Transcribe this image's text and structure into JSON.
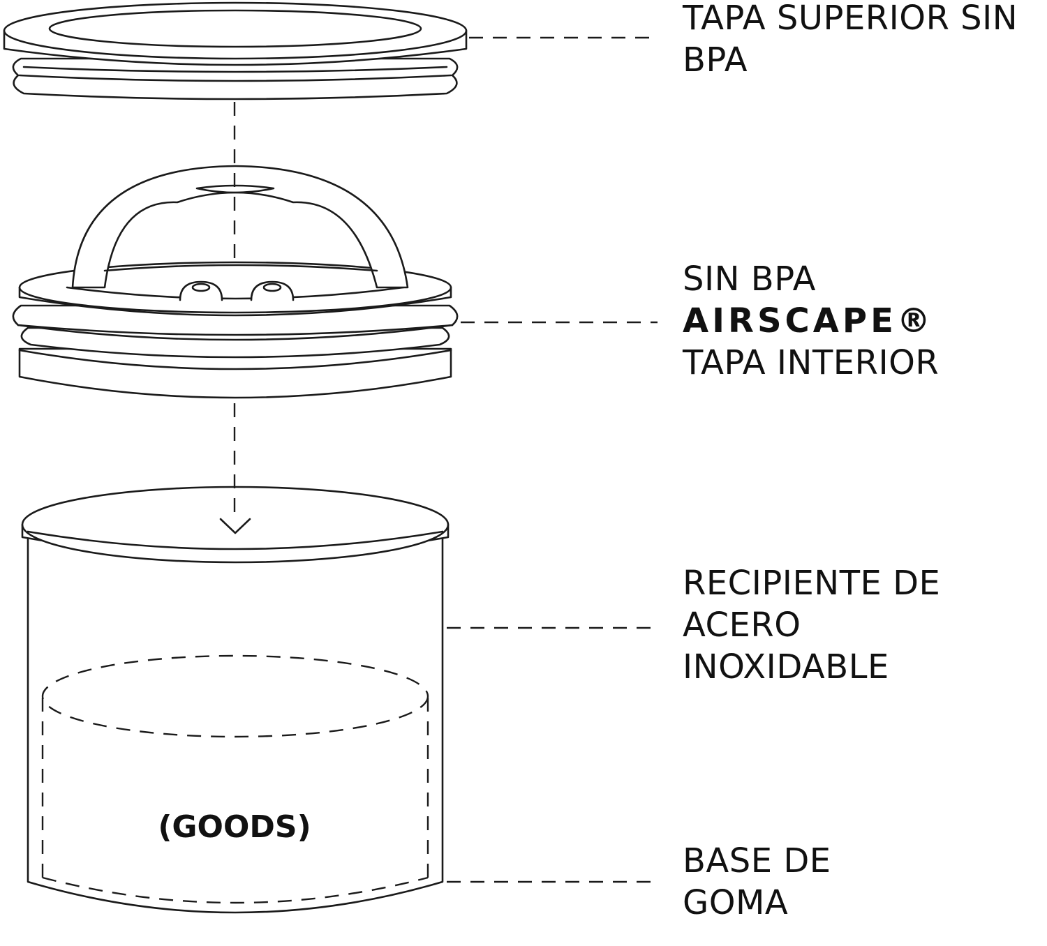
{
  "callouts": {
    "top_lid": {
      "lines": [
        "TAPA SUPERIOR SIN",
        "BPA"
      ]
    },
    "inner_lid": {
      "line1": "SIN BPA",
      "brand": "AIRSCAPE®",
      "line3": "TAPA INTERIOR"
    },
    "canister": {
      "lines": [
        "RECIPIENTE DE",
        "ACERO",
        "INOXIDABLE"
      ]
    },
    "base": {
      "lines": [
        "BASE DE",
        "GOMA"
      ]
    }
  },
  "contents_label": "(GOODS)",
  "colors": {
    "ink": "#1a1a1a",
    "background": "#ffffff"
  },
  "icons": [
    "down-arrow-icon"
  ]
}
